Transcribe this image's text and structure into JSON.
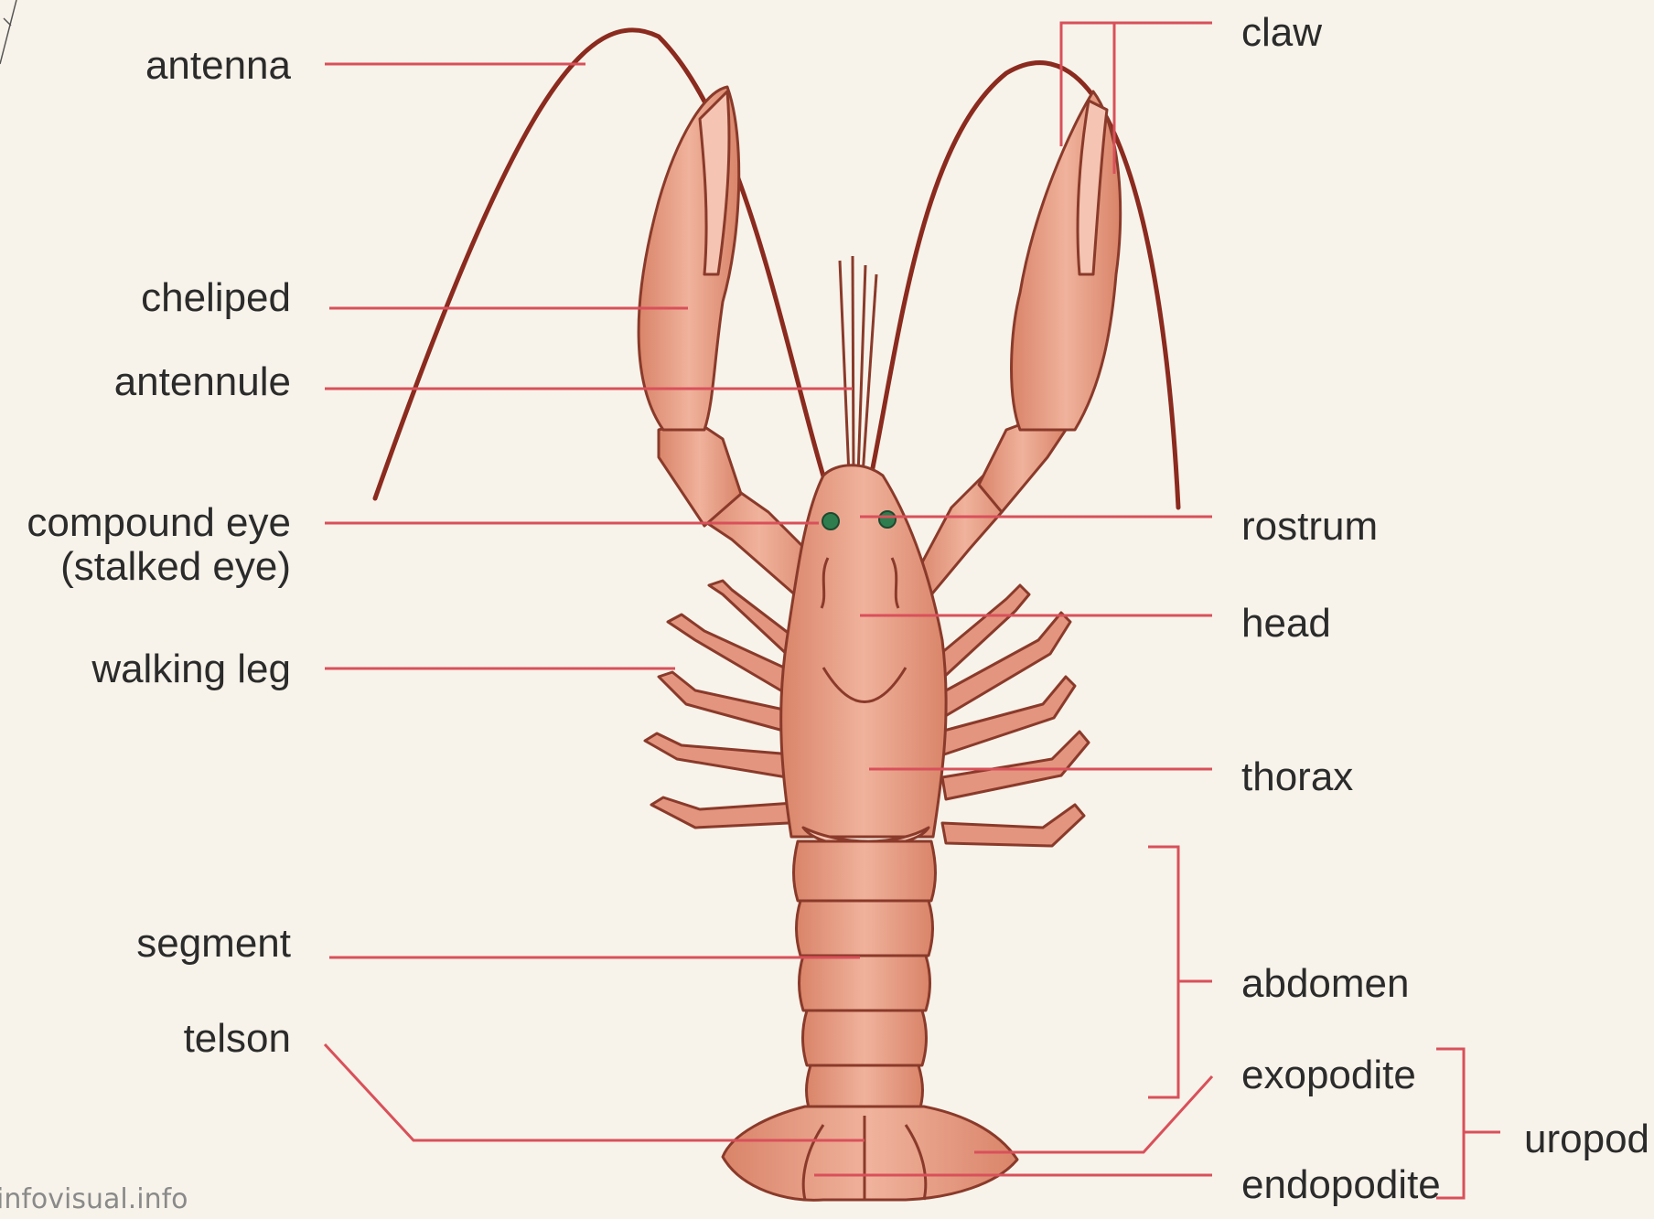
{
  "labels": {
    "antenna": "antenna",
    "cheliped": "cheliped",
    "antennule": "antennule",
    "compound_eye": "compound eye",
    "stalked_eye": "(stalked eye)",
    "walking_leg": "walking leg",
    "segment": "segment",
    "telson": "telson",
    "claw": "claw",
    "rostrum": "rostrum",
    "head": "head",
    "thorax": "thorax",
    "abdomen": "abdomen",
    "exopodite": "exopodite",
    "endopodite": "endopodite",
    "uropod": "uropod"
  },
  "credit": "infovisual.info",
  "colors": {
    "background": "#f7f3ea",
    "body_fill": "#e3957f",
    "body_outline": "#8a3a2a",
    "antenna": "#8b2a1e",
    "leader_line": "#d9505a",
    "eye": "#2e7d4f",
    "label_text": "#2b2b2b"
  }
}
